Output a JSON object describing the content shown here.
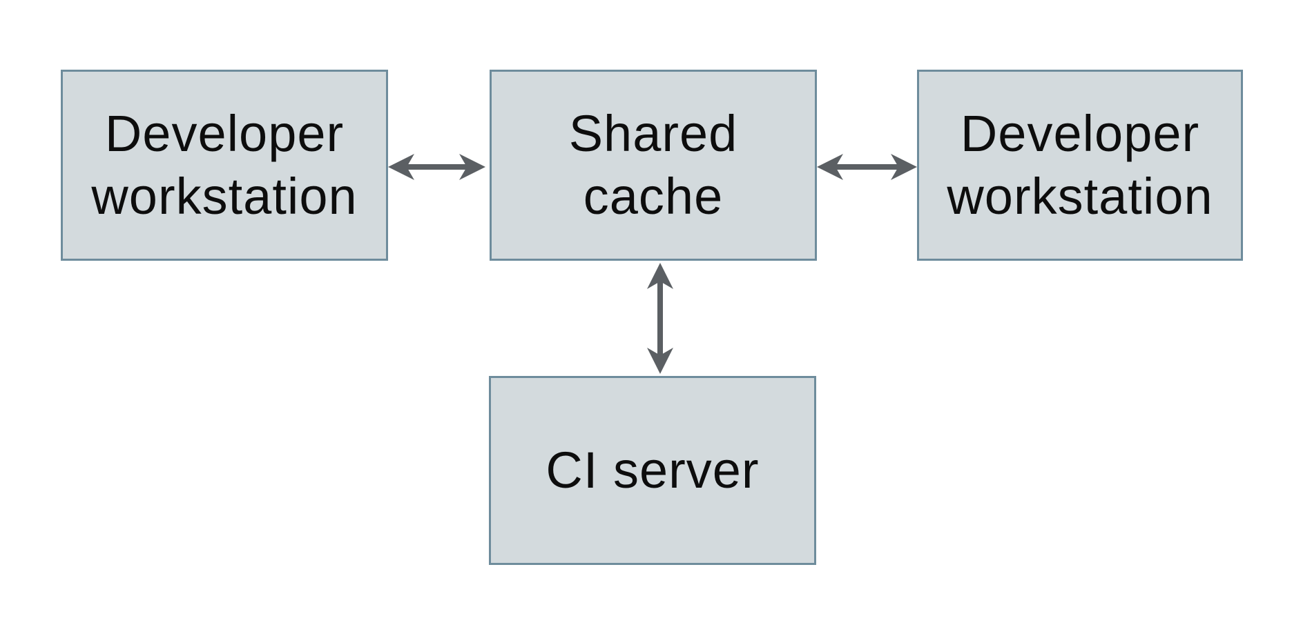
{
  "diagram": {
    "title": "",
    "background_color": "#ffffff",
    "nodes": [
      {
        "id": "developer-workstation-left",
        "label": "Developer workstation",
        "fill": "#d3dadd",
        "border_color": "#6e8c9c"
      },
      {
        "id": "shared-cache",
        "label": "Shared cache",
        "fill": "#d3dadd",
        "border_color": "#6e8c9c"
      },
      {
        "id": "developer-workstation-right",
        "label": "Developer workstation",
        "fill": "#d3dadd",
        "border_color": "#6e8c9c"
      },
      {
        "id": "ci-server",
        "label": "CI server",
        "fill": "#d3dadd",
        "border_color": "#6e8c9c"
      }
    ],
    "edges": [
      {
        "from": "developer-workstation-left",
        "to": "shared-cache",
        "type": "bidirectional-arrow"
      },
      {
        "from": "shared-cache",
        "to": "developer-workstation-right",
        "type": "bidirectional-arrow"
      },
      {
        "from": "shared-cache",
        "to": "ci-server",
        "type": "bidirectional-arrow"
      }
    ],
    "colors": {
      "arrow": "#5b5f63",
      "node_fill": "#d3dadd",
      "node_border": "#6e8c9c",
      "text": "#0d0d0d"
    }
  }
}
